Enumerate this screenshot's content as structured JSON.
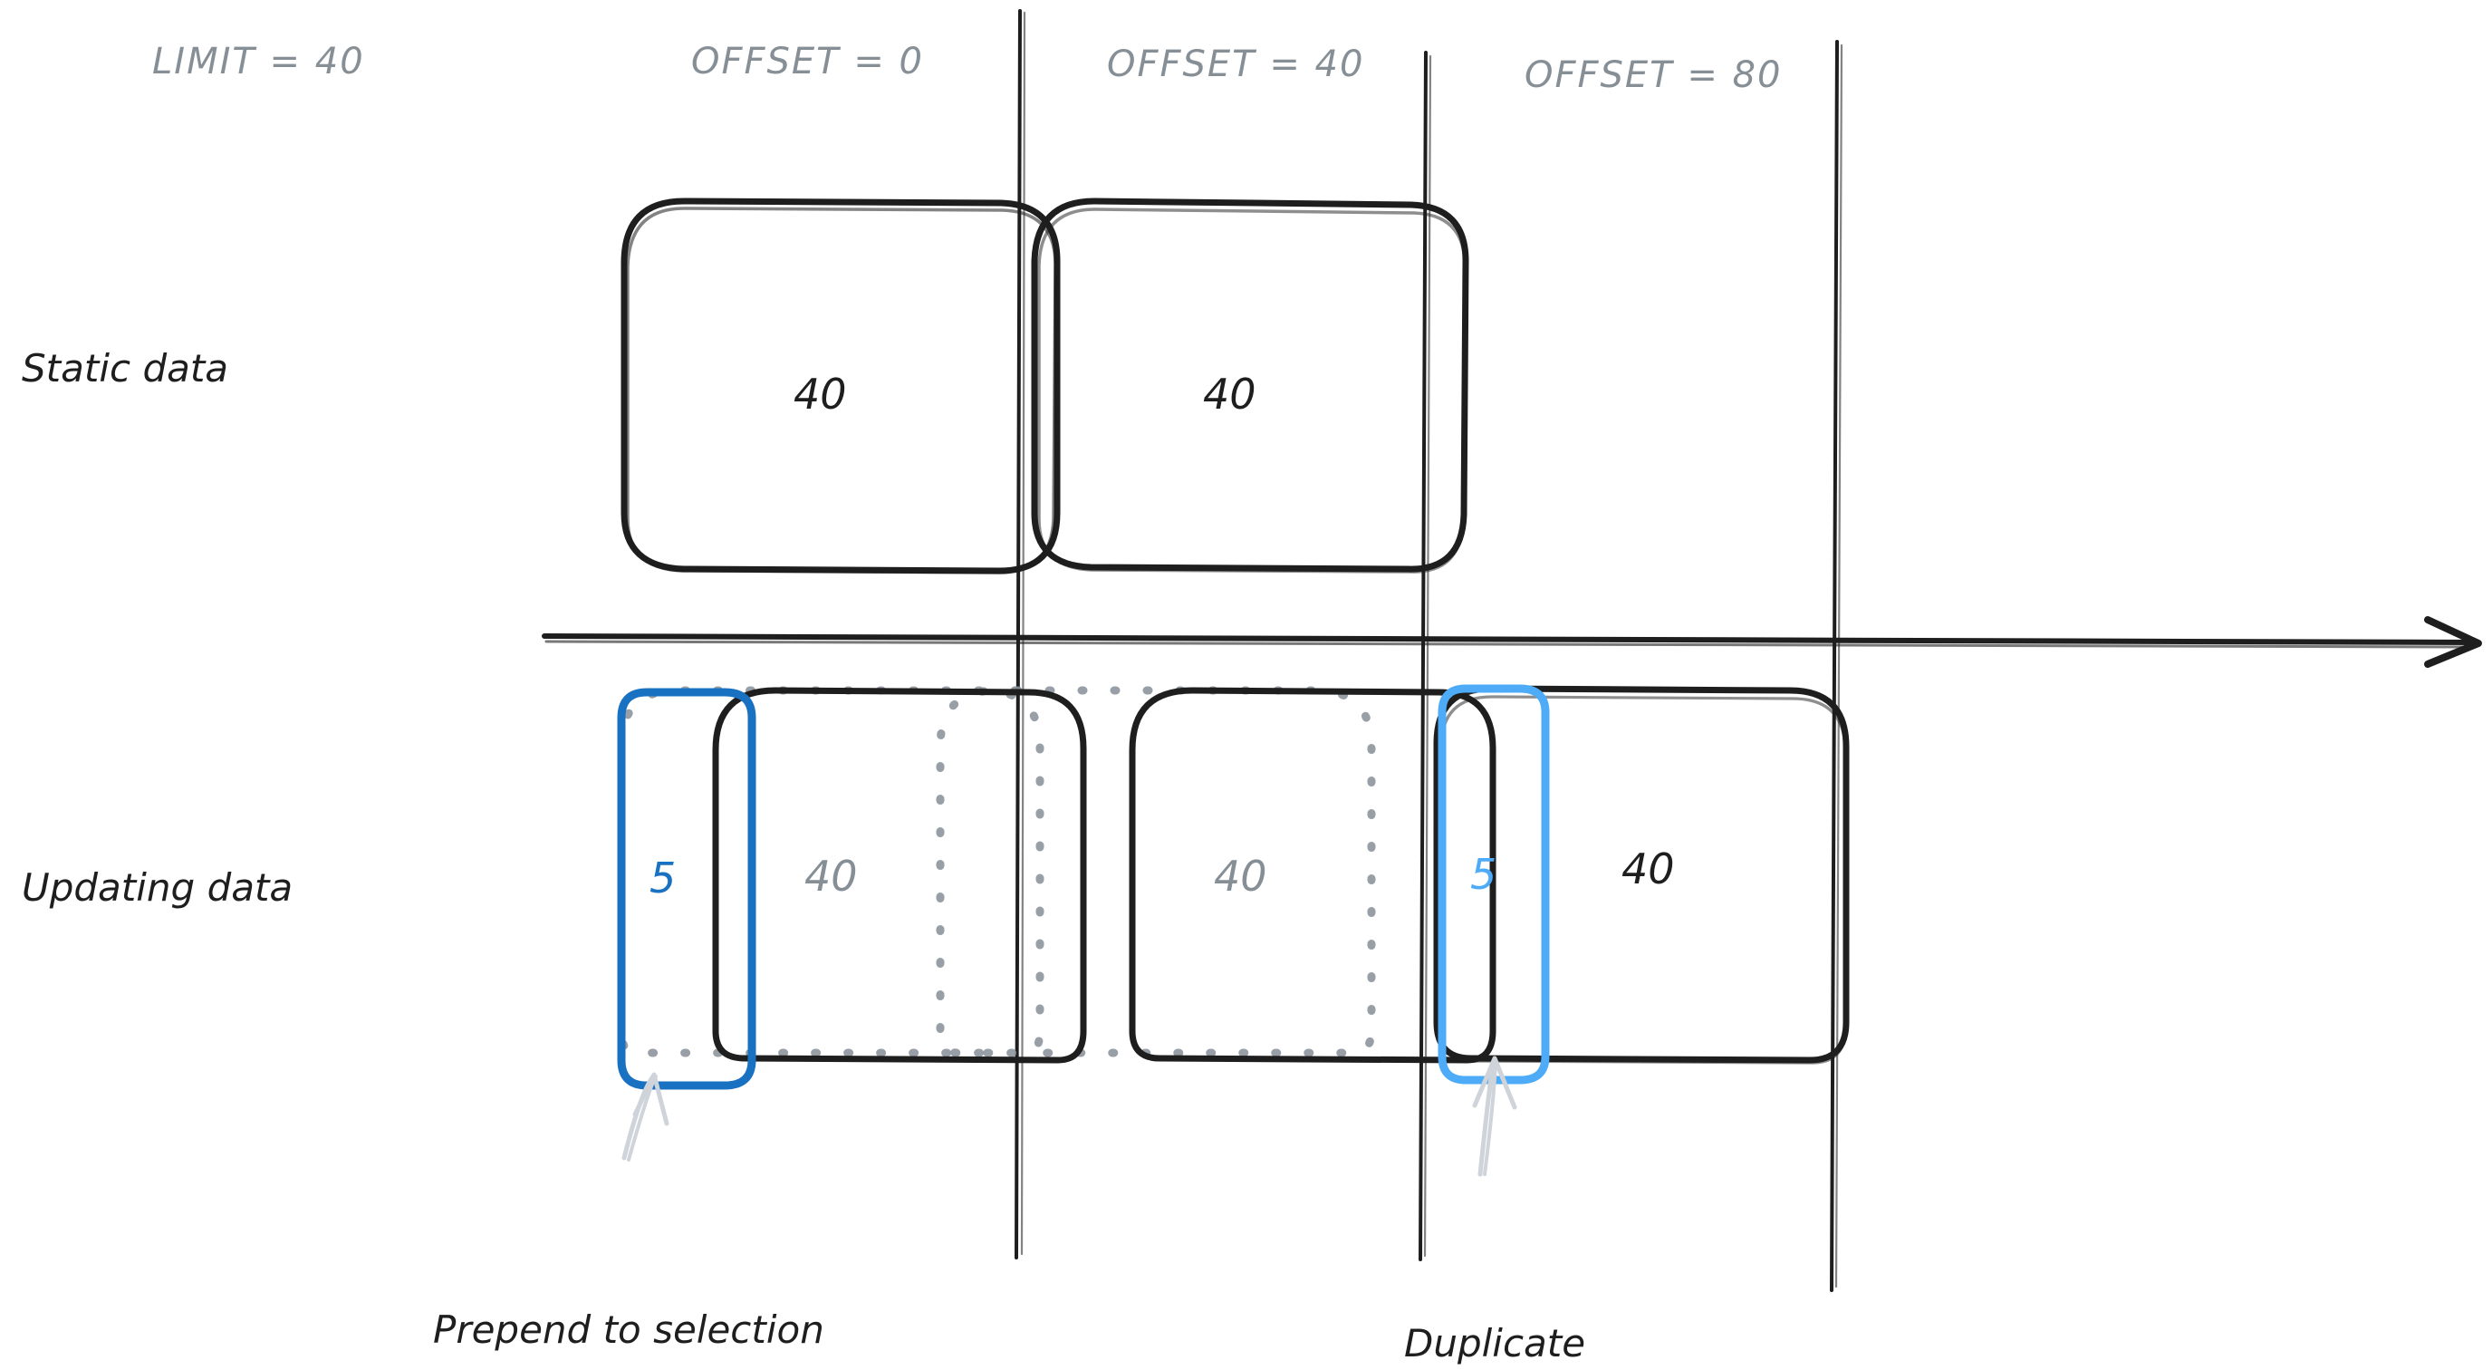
{
  "diagram": {
    "title_hint": "Pagination windows: static vs updating data",
    "background": "#ffffff",
    "colors": {
      "stroke_black": "#1e1e1e",
      "stroke_gray": "#868e96",
      "blue_dark": "#1971c2",
      "blue_light": "#4dabf7",
      "arrow_gray": "#ced4da"
    }
  },
  "headers": {
    "limit": "LIMIT = 40",
    "offsets": [
      {
        "label": "OFFSET = 0"
      },
      {
        "label": "OFFSET = 40"
      },
      {
        "label": "OFFSET = 80"
      }
    ]
  },
  "rows": [
    {
      "id": "static",
      "label": "Static data"
    },
    {
      "id": "updating",
      "label": "Updating data"
    }
  ],
  "static_row": {
    "boxes": [
      {
        "value": "40",
        "color": "black"
      },
      {
        "value": "40",
        "color": "black"
      }
    ]
  },
  "updating_row": {
    "boxes": [
      {
        "value": "5",
        "color": "blue-dark",
        "style": "blue-outline"
      },
      {
        "value": "40",
        "color": "gray",
        "style": "solid-black"
      },
      {
        "value": "40",
        "color": "gray",
        "style": "solid-black"
      },
      {
        "value": "5",
        "color": "blue-light",
        "style": "blue-outline"
      },
      {
        "value": "40",
        "color": "black",
        "style": "solid-black"
      }
    ],
    "ghost_outlines": 2
  },
  "callouts": [
    {
      "id": "prepend",
      "text": "Prepend to selection"
    },
    {
      "id": "duplicate",
      "text": "Duplicate"
    }
  ],
  "chart_data": {
    "type": "diagram",
    "title": "Pagination offsets over a changing dataset",
    "axis": {
      "orientation": "horizontal",
      "direction": "right",
      "label": ""
    },
    "columns": [
      {
        "header": "OFFSET = 0",
        "static_page_size": 40,
        "updating_page_size": 40
      },
      {
        "header": "OFFSET = 40",
        "static_page_size": 40,
        "updating_page_size": 40
      },
      {
        "header": "OFFSET = 80",
        "static_page_size": 40,
        "updating_page_size": 40
      }
    ],
    "limit": 40,
    "inserted_rows": 5,
    "annotations": [
      "Prepend to selection",
      "Duplicate"
    ]
  }
}
